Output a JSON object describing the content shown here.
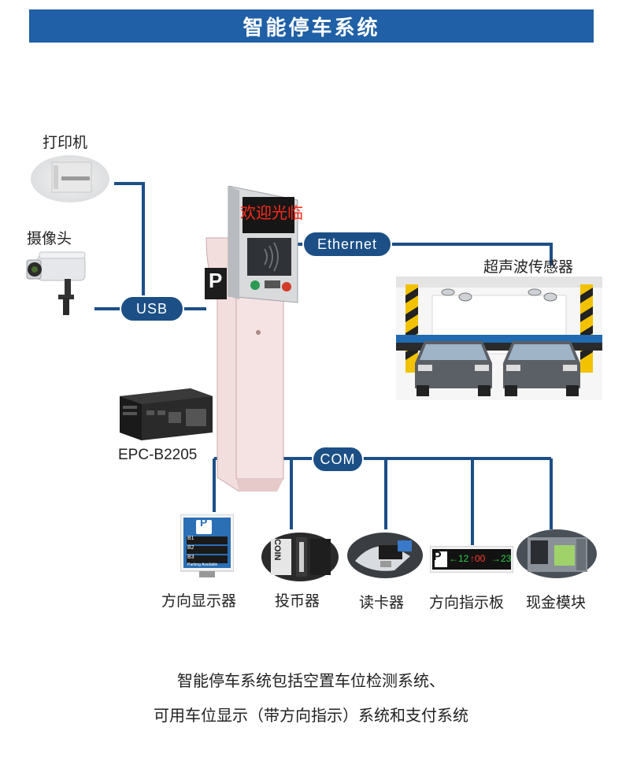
{
  "title": "智能停车系统",
  "devices": {
    "printer": "打印机",
    "camera": "摄像头",
    "controller": "EPC-B2205",
    "ultrasonic": "超声波传感器",
    "direction_display": "方向显示器",
    "coin_slot": "投币器",
    "card_reader": "读卡器",
    "direction_board": "方向指示板",
    "cash_module": "现金模块"
  },
  "interfaces": {
    "usb": "USB",
    "ethernet": "Ethernet",
    "com": "COM"
  },
  "kiosk": {
    "led_text": "欢迎光临",
    "parking_sign": "P"
  },
  "direction_display_panel": {
    "sign": "P",
    "levels": [
      "B1",
      "B2",
      "B3"
    ],
    "footer": "Parking Available"
  },
  "coin_text": "COIN",
  "direction_board_panel": {
    "sign": "P",
    "left": "←12",
    "middle": "↑00",
    "right": "→23"
  },
  "caption": {
    "line1": "智能停车系统包括空置车位检测系统、",
    "line2": "可用车位显示（带方向指示）系统和支付系统"
  },
  "colors": {
    "title_bar": "#1f60a6",
    "wire": "#1c4f86",
    "kiosk": "#f2d9d9"
  }
}
